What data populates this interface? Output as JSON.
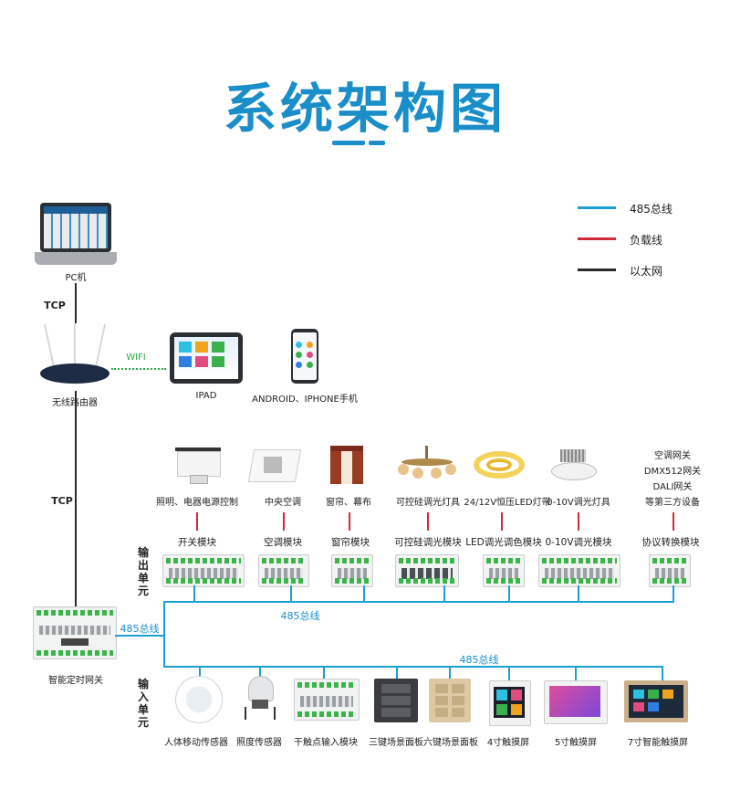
{
  "title": "系统架构图",
  "legend": [
    {
      "label": "485总线",
      "color": "#1aa0d3"
    },
    {
      "label": "负载线",
      "color": "#d12a3a"
    },
    {
      "label": "以太网",
      "color": "#2a2a2a"
    }
  ],
  "pc": {
    "label": "PC机"
  },
  "tcp_top": "TCP",
  "tcp_bottom": "TCP",
  "router": {
    "label": "无线路由器"
  },
  "wifi": "WIFI",
  "ipad": {
    "label": "IPAD"
  },
  "phone": {
    "label": "ANDROID、IPHONE手机"
  },
  "loads": [
    {
      "label": "照明、电器电源控制"
    },
    {
      "label": "中央空调"
    },
    {
      "label": "窗帘、幕布"
    },
    {
      "label": "可控硅调光灯具"
    },
    {
      "label": "24/12V恒压LED灯带"
    },
    {
      "label": "0-10V调光灯具"
    }
  ],
  "gateways_list": [
    "空调网关",
    "DMX512网关",
    "DALI网关",
    "等第三方设备"
  ],
  "output_modules": [
    {
      "label": "开关模块"
    },
    {
      "label": "空调模块"
    },
    {
      "label": "窗帘模块"
    },
    {
      "label": "可控硅调光模块"
    },
    {
      "label": "LED调光调色模块"
    },
    {
      "label": "0-10V调光模块"
    },
    {
      "label": "协议转换模块"
    }
  ],
  "output_unit": "输出单元",
  "input_unit": "输入单元",
  "gateway": {
    "label": "智能定时网关"
  },
  "bus_label_left": "485总线",
  "bus_label_upper": "485总线",
  "bus_label_lower": "485总线",
  "input_devices": [
    {
      "label": "人体移动传感器"
    },
    {
      "label": "照度传感器"
    },
    {
      "label": "干触点输入模块"
    },
    {
      "label": "三键场景面板"
    },
    {
      "label": "六键场景面板"
    },
    {
      "label": "4寸触摸屏"
    },
    {
      "label": "5寸触摸屏"
    },
    {
      "label": "7寸智能触摸屏"
    }
  ]
}
